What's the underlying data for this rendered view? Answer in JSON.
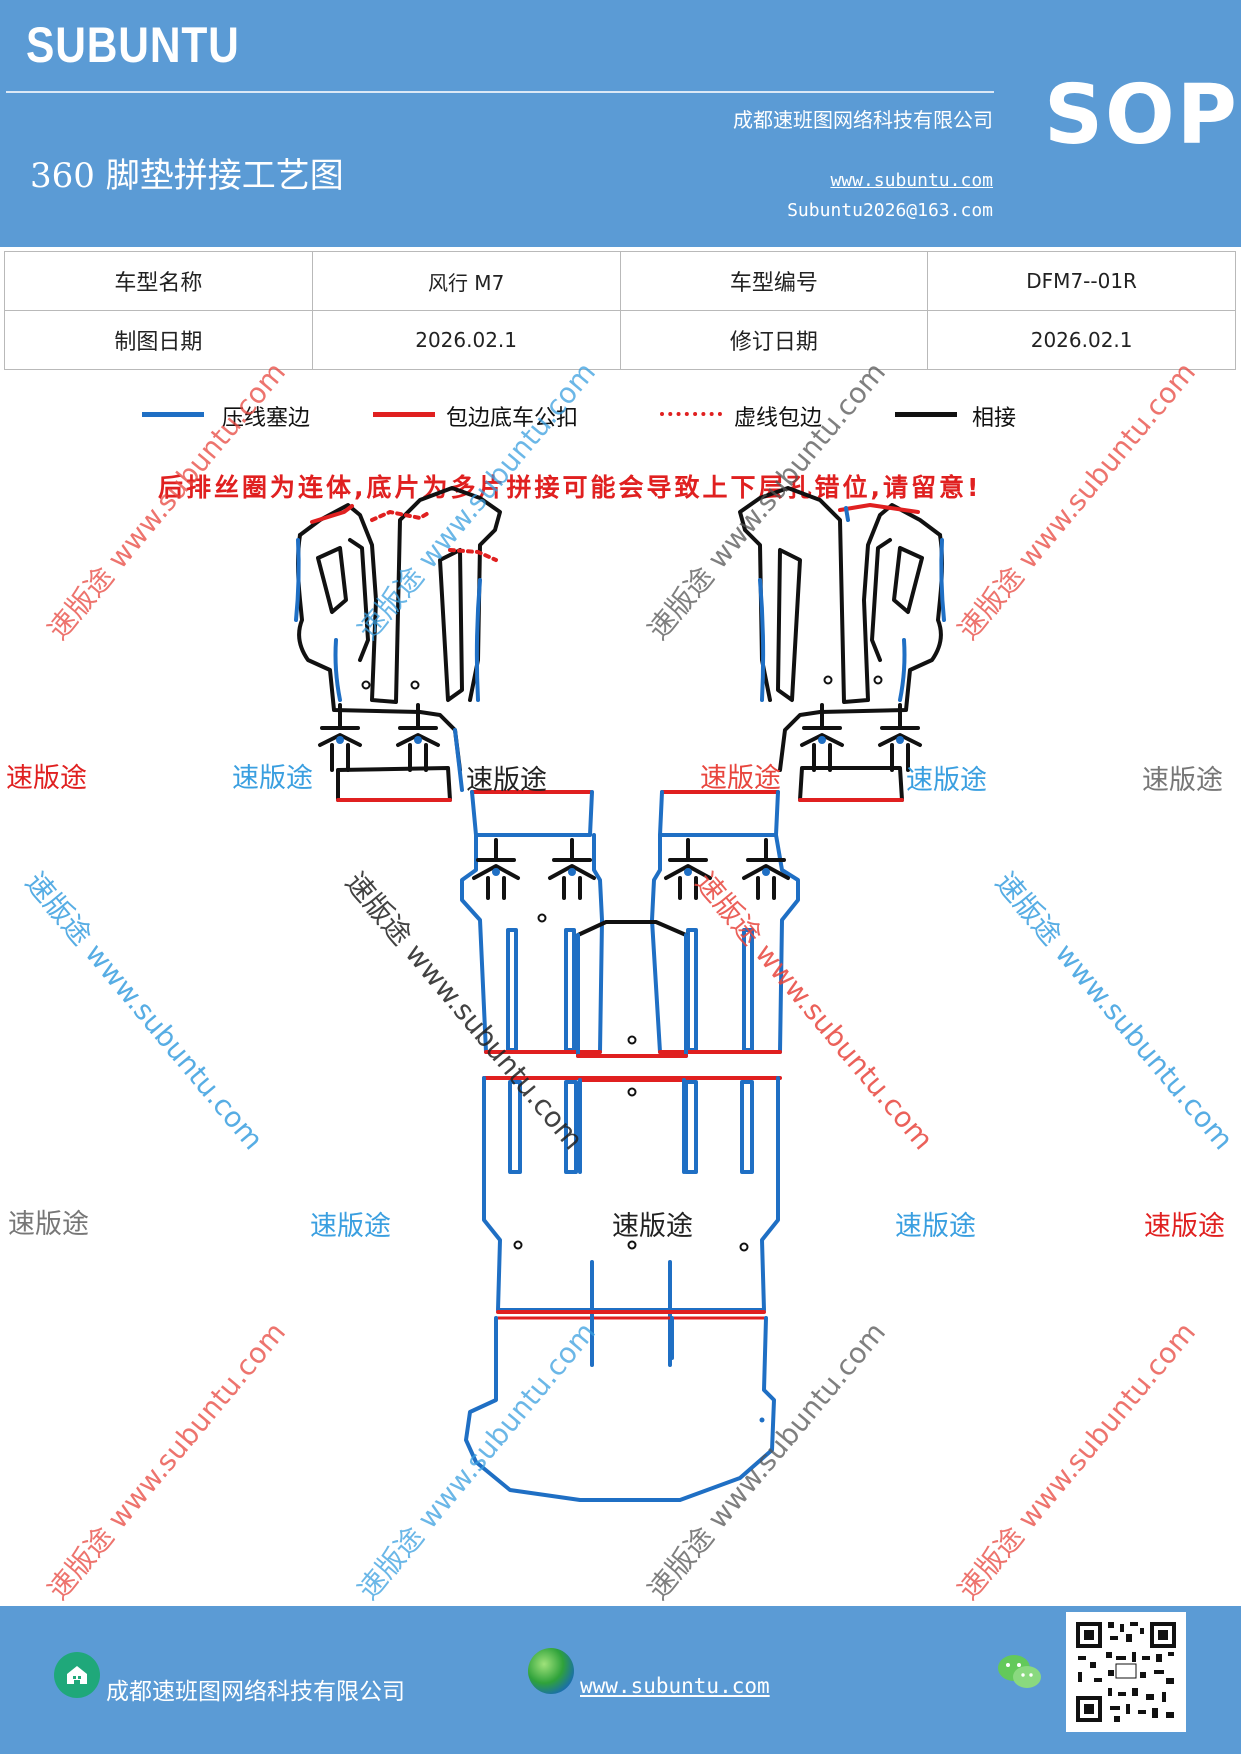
{
  "header": {
    "logo": "SUBUNTU",
    "company": "成都速班图网络科技有限公司",
    "title": "360 脚垫拼接工艺图",
    "website": "www.subuntu.com",
    "email": "Subuntu2026@163.com",
    "sop": "SOP"
  },
  "info_table": {
    "model_name_label": "车型名称",
    "model_name_value": "风行 M7",
    "model_code_label": "车型编号",
    "model_code_value": "DFM7--01R",
    "draw_date_label": "制图日期",
    "draw_date_value": "2026.02.1",
    "revise_date_label": "修订日期",
    "revise_date_value": "2026.02.1"
  },
  "legend": [
    {
      "label": "压线塞边",
      "color": "#1f6fc4",
      "style": "solid"
    },
    {
      "label": "包边底车公扣",
      "color": "#e02020",
      "style": "solid"
    },
    {
      "label": "虚线包边",
      "color": "#e02020",
      "style": "dotted"
    },
    {
      "label": "相接",
      "color": "#111111",
      "style": "solid"
    }
  ],
  "warning": "后排丝圈为连体,底片为多片拼接可能会导致上下层孔错位,请留意!",
  "watermarks": {
    "brand": "速版途",
    "url": "www.subuntu.com",
    "diag": "速版途 www.subuntu.com"
  },
  "footer": {
    "company": "成都速班图网络科技有限公司",
    "website": "www.subuntu.com"
  },
  "colors": {
    "header_bg": "#5b9bd5",
    "blue_line": "#1f6fc4",
    "red_line": "#e02020",
    "black_line": "#111111"
  },
  "icons": [
    "company-icon",
    "globe-icon",
    "wechat-icon",
    "qr-code"
  ]
}
